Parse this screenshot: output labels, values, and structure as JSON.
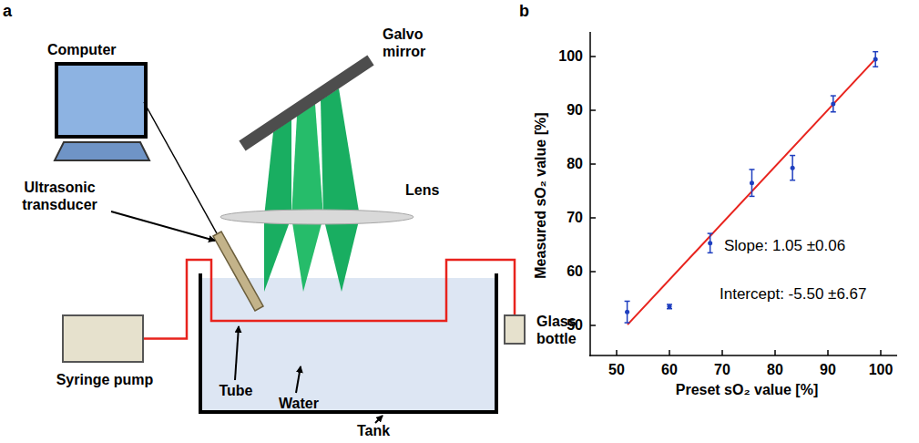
{
  "diagram": {
    "nodes": [
      {
        "text": [
          "Syringe pump"
        ]
      },
      {
        "text": [
          "Glass bottle"
        ]
      }
    ],
    "edges": [
      {
        "from": 0,
        "to": 1,
        "arrow": "none"
      }
    ],
    "labels": [
      "a",
      "Computer",
      "Galvo mirror",
      "Lens",
      "Ultrasonic transducer",
      "Tube",
      "Water",
      "Tank",
      "b",
      "100",
      "90",
      "80",
      "70",
      "60",
      "50",
      "Measured sO₂ value [%]",
      "50",
      "60",
      "70",
      "80",
      "90",
      "100",
      "Preset sO₂ value [%]",
      "Slope: 1.05 ±0.06",
      "Intercept: -5.50 ±6.67"
    ]
  }
}
